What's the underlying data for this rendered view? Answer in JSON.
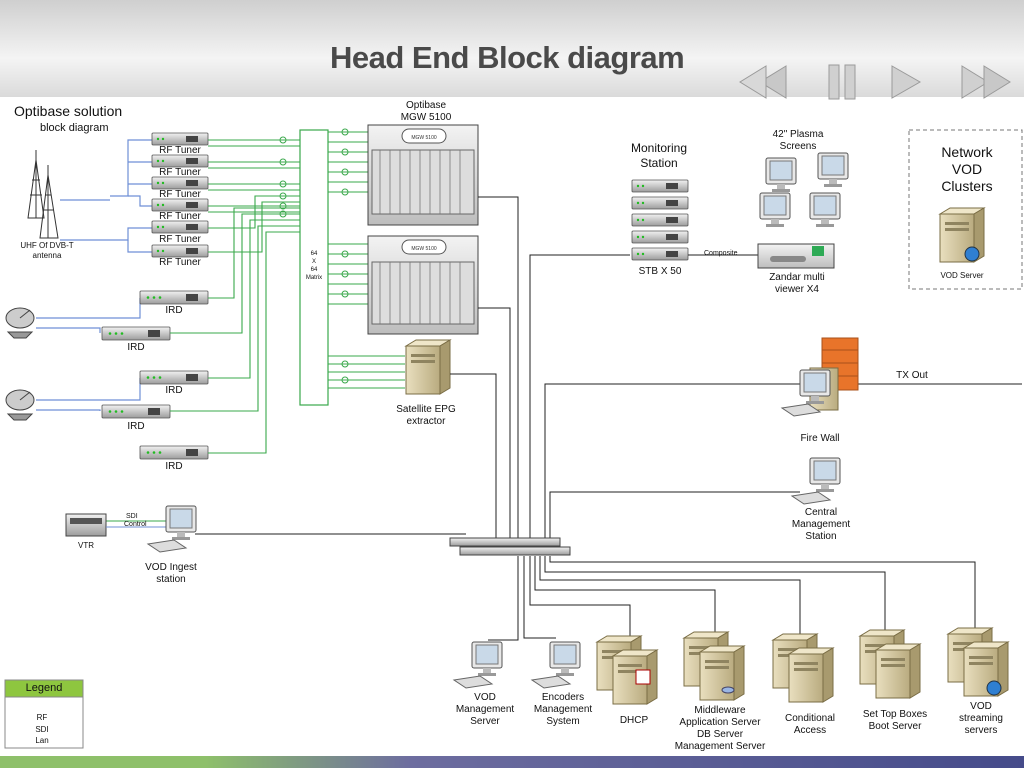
{
  "header": {
    "title": "Head End Block diagram",
    "nav": [
      {
        "icon": "rewind-icon"
      },
      {
        "icon": "pause-icon"
      },
      {
        "icon": "play-icon"
      },
      {
        "icon": "fast-forward-icon"
      }
    ]
  },
  "diagram": {
    "solution_title": "Optibase solution",
    "solution_subtitle": "block diagram",
    "antenna_label": "UHF Of DVB-T\nantenna",
    "rf_tuners": [
      "RF Tuner",
      "RF Tuner",
      "RF Tuner",
      "RF Tuner",
      "RF Tuner",
      "RF Tuner"
    ],
    "irds": [
      "IRD",
      "IRD",
      "IRD",
      "IRD",
      "IRD"
    ],
    "matrix_label": "64\nX\n64\nMatrix",
    "mgw_label": "Optibase\nMGW 5100",
    "mgw_badge": "MGW 5100",
    "epg_label": "Satellite EPG\nextractor",
    "vtr_label": "VTR",
    "sdi_label": "SDI",
    "control_label": "Control",
    "vod_ingest_label": "VOD Ingest\nstation",
    "monitoring_label": "Monitoring\nStation",
    "stb_label": "STB X 50",
    "composite_label": "Composite",
    "plasma_label": "42\" Plasma\nScreens",
    "zandar_label": "Zandar multi\nviewer X4",
    "network_vod_title": "Network\nVOD\nClusters",
    "vod_server_label": "VOD Server",
    "firewall_label": "Fire Wall",
    "tx_out_label": "TX Out",
    "central_mgmt_label": "Central\nManagement\nStation",
    "bottom_nodes": [
      "VOD\nManagement\nServer",
      "Encoders\nManagement\nSystem",
      "DHCP",
      "Middleware\nApplication Server\nDB Server\nManagement Server",
      "Conditional\nAccess",
      "Set Top Boxes\nBoot Server",
      "VOD\nstreaming\nservers"
    ],
    "legend": {
      "title": "Legend",
      "items": [
        "RF",
        "SDI",
        "Lan"
      ]
    },
    "colors": {
      "rf": "#6f8fd6",
      "sdi": "#3aa84b",
      "lan": "#222222",
      "legend_header": "#8ec63f",
      "firewall": "#e8742a"
    }
  }
}
